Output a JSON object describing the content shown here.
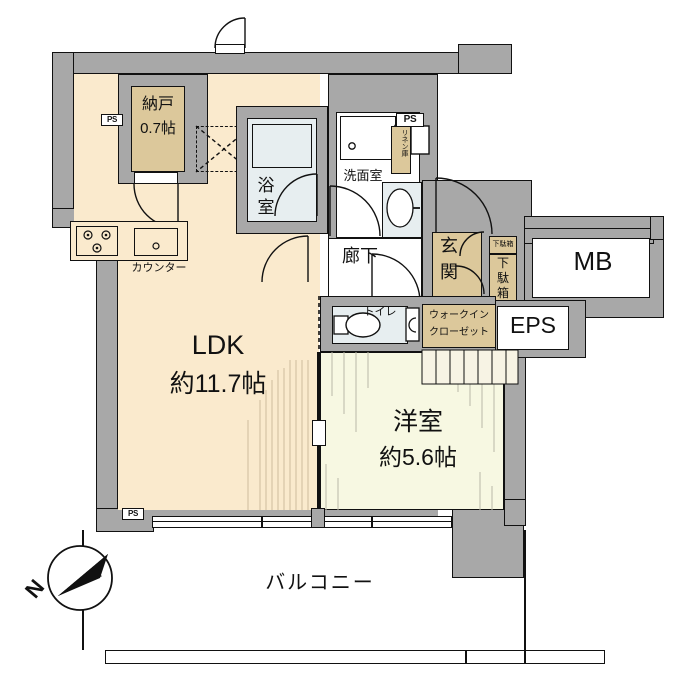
{
  "plan": {
    "type": "japanese-apartment-floorplan",
    "rooms": [
      {
        "id": "ldk",
        "label_main": "LDK",
        "label_sub": "約11.7帖"
      },
      {
        "id": "yoshitsu",
        "label_main": "洋室",
        "label_sub": "約5.6帖"
      },
      {
        "id": "nando",
        "label_main": "納戸",
        "label_sub": "0.7帖"
      },
      {
        "id": "yokushitsu",
        "label_main": "浴",
        "label_sub": "室"
      },
      {
        "id": "senmenjo",
        "label_main": "洗面室"
      },
      {
        "id": "rouka",
        "label_main": "廊下"
      },
      {
        "id": "genkan",
        "label_main": "玄",
        "label_sub": "関"
      },
      {
        "id": "toilet",
        "label_main": "トイレ"
      },
      {
        "id": "wic",
        "label_main": "ウォークイン",
        "label_sub": "クローゼット"
      },
      {
        "id": "balcony",
        "label_main": "バルコニー"
      }
    ],
    "fixtures": [
      {
        "id": "counter",
        "label": "カウンター"
      },
      {
        "id": "linen",
        "label": "リネン庫"
      },
      {
        "id": "getabako-upper",
        "label": "下駄箱"
      },
      {
        "id": "getabako",
        "label": "下",
        "label2": "駄",
        "label3": "箱"
      }
    ],
    "shafts": [
      {
        "id": "ps-top-left",
        "label": "PS"
      },
      {
        "id": "ps-top-right",
        "label": "PS"
      },
      {
        "id": "ps-bottom-left",
        "label": "PS"
      },
      {
        "id": "mb",
        "label": "MB"
      },
      {
        "id": "eps",
        "label": "EPS"
      }
    ],
    "compass": {
      "label": "N",
      "direction": "north-east"
    },
    "colors": {
      "ldk_floor": "#faeacd",
      "bedroom_floor": "#f7f8e2",
      "storage_tan": "#dcc89b",
      "water_area": "#e7eef0",
      "wall": "#a8a8a8",
      "outline": "#111111",
      "background": "#ffffff"
    }
  }
}
